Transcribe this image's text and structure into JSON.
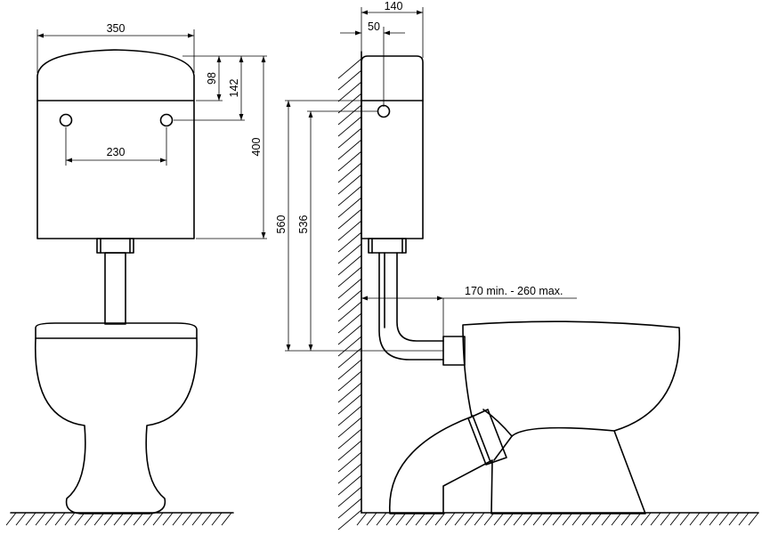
{
  "dimensions": {
    "tank_width": "350",
    "lid_height": "98",
    "inlet_height": "142",
    "tank_height": "400",
    "hole_spacing": "230",
    "tank_depth": "140",
    "inlet_offset": "50",
    "total_height": "560",
    "inlet_elevation": "536",
    "wall_distance": "170 min. - 260 max."
  },
  "colors": {
    "line": "#000000",
    "background": "#ffffff"
  }
}
